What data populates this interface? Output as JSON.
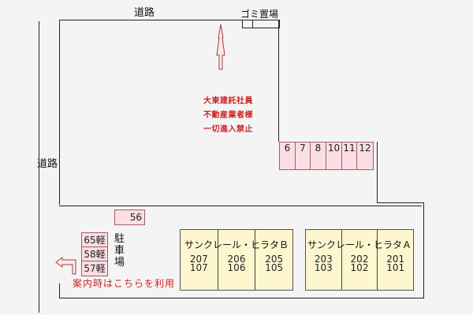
{
  "labels": {
    "road_top": "道路",
    "road_left": "道路",
    "garbage": "ゴミ置場",
    "parking_vertical": [
      "駐",
      "車",
      "場"
    ]
  },
  "notice": {
    "lines": [
      "大東建託社員",
      "不動産業者様",
      "一切進入禁止"
    ],
    "color": "#cc2222"
  },
  "guide_note": "案内時はこちらを利用",
  "parking": {
    "top_row": [
      "6",
      "7",
      "8",
      "10",
      "11",
      "12"
    ],
    "single": "56",
    "kei": [
      "65軽",
      "58軽",
      "57軽"
    ]
  },
  "buildings": [
    {
      "name": "サンクレール・ヒラタＢ",
      "units": [
        {
          "upper": "207",
          "lower": "107"
        },
        {
          "upper": "206",
          "lower": "106"
        },
        {
          "upper": "205",
          "lower": "105"
        }
      ]
    },
    {
      "name": "サンクレール・ヒラタＡ",
      "units": [
        {
          "upper": "203",
          "lower": "103"
        },
        {
          "upper": "202",
          "lower": "102"
        },
        {
          "upper": "201",
          "lower": "101"
        }
      ]
    }
  ],
  "colors": {
    "parking_fill": "#fbdde4",
    "building_fill": "#fef6cf",
    "arrow": "#a04040"
  }
}
